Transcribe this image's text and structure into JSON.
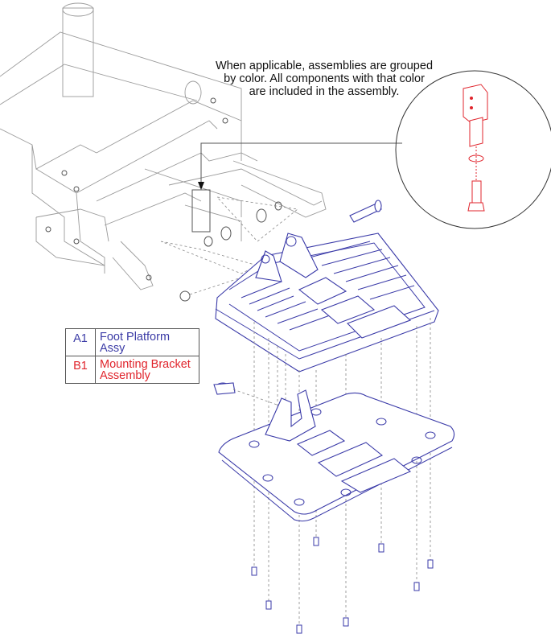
{
  "note": {
    "line1": "When applicable, assemblies are grouped",
    "line2": "by color. All components with that color",
    "line3": "are included in the assembly."
  },
  "legend": [
    {
      "code": "A1",
      "label": "Foot Platform Assy",
      "color": "#3b3ba6"
    },
    {
      "code": "B1",
      "label": "Mounting Bracket Assembly",
      "color": "#e0242c"
    }
  ]
}
